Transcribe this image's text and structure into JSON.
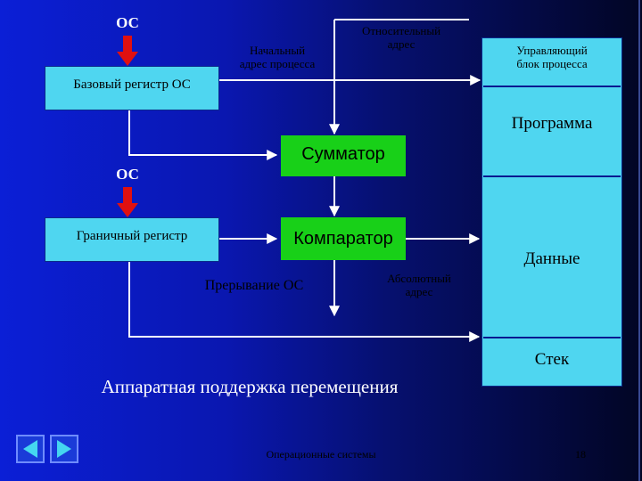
{
  "labels": {
    "os_top": "ОС",
    "os_mid": "ОС",
    "initial_address": "Начальный\nадрес процесса",
    "relative_address": "Относительный\nадрес",
    "control_block": "Управляющий\nблок процесса",
    "base_register": "Базовый регистр ОС",
    "program": "Программа",
    "adder": "Сумматор",
    "bound_register": "Граничный регистр",
    "comparator": "Компаратор",
    "data": "Данные",
    "interrupt": "Прерывание ОС",
    "absolute_address": "Абсолютный\nадрес",
    "stack": "Стек"
  },
  "caption": "Аппаратная поддержка перемещения",
  "footer": {
    "course": "Операционные системы",
    "page": "18"
  },
  "colors": {
    "box": "#4fd6f0",
    "adder": "#18d018",
    "arrow_white": "#ffffff",
    "arrow_red": "#e01010"
  },
  "nav": {
    "prev_icon": "triangle-left-icon",
    "next_icon": "triangle-right-icon"
  }
}
